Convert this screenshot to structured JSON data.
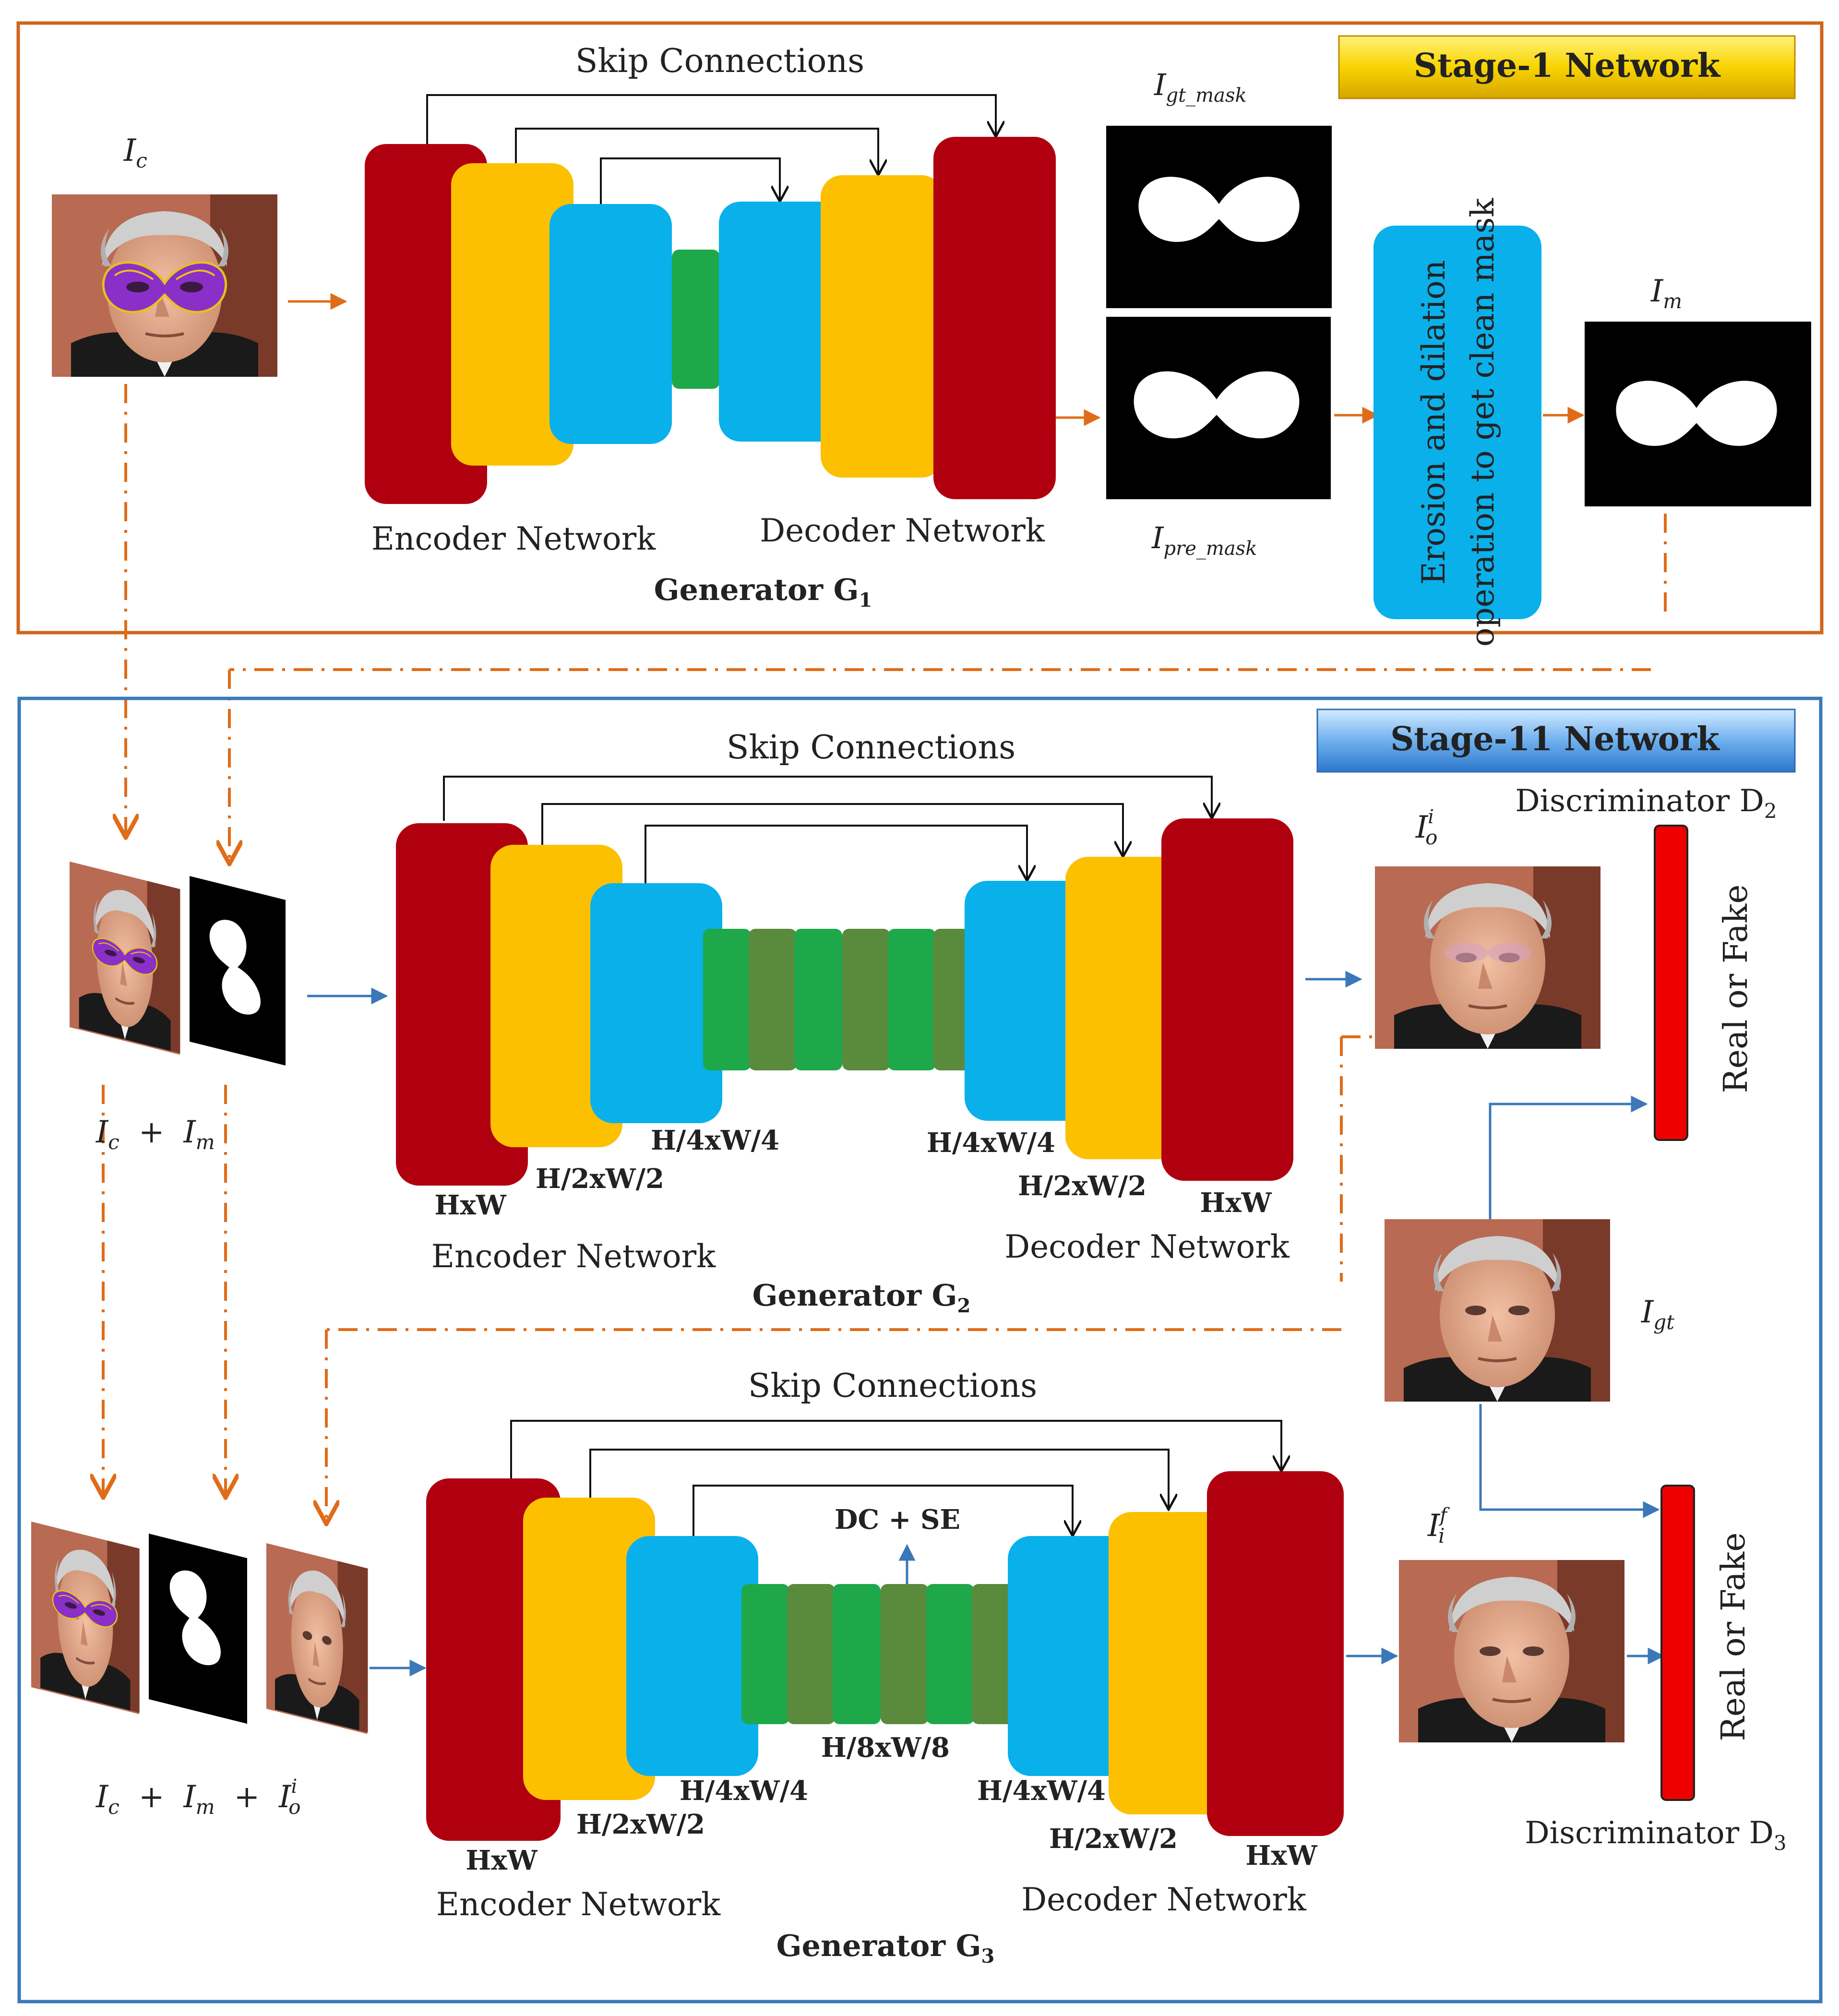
{
  "stage1": {
    "banner": "Stage-1 Network",
    "skip_label": "Skip Connections",
    "encoder_label": "Encoder Network",
    "decoder_label": "Decoder Network",
    "generator_label": "Generator G",
    "generator_sub": "1",
    "input_label": "I",
    "input_sub": "c",
    "gt_mask_label": "I",
    "gt_mask_sub": "gt_mask",
    "pre_mask_label": "I",
    "pre_mask_sub": "pre_mask",
    "erosion_text_1": "Erosion and dilation",
    "erosion_text_2": "operation to get clean mask",
    "out_mask_label": "I",
    "out_mask_sub": "m"
  },
  "stage2": {
    "banner": "Stage-11 Network",
    "skip_label": "Skip Connections",
    "encoder_label": "Encoder Network",
    "decoder_label": "Decoder Network",
    "generator_label": "Generator G",
    "generator_sub": "2",
    "dims": {
      "enc_hw": "HxW",
      "enc_h2": "H/2xW/2",
      "enc_h4": "H/4xW/4",
      "dec_h4": "H/4xW/4",
      "dec_h2": "H/2xW/2",
      "dec_hw": "HxW"
    },
    "input_formula": [
      "I",
      "c",
      "+",
      "I",
      "m"
    ],
    "output_label": "I",
    "output_sub": "o",
    "output_sup": "i",
    "discriminator_label": "Discriminator D",
    "discriminator_sub": "2",
    "real_fake": "Real or Fake",
    "gt_label": "I",
    "gt_sub": "gt"
  },
  "stage3": {
    "skip_label": "Skip Connections",
    "encoder_label": "Encoder Network",
    "decoder_label": "Decoder Network",
    "generator_label": "Generator G",
    "generator_sub": "3",
    "dc_se": "DC + SE",
    "dims": {
      "enc_hw": "HxW",
      "enc_h2": "H/2xW/2",
      "enc_h4": "H/4xW/4",
      "bottleneck": "H/8xW/8",
      "dec_h4": "H/4xW/4",
      "dec_h2": "H/2xW/2",
      "dec_hw": "HxW"
    },
    "input_formula": [
      "I",
      "c",
      "+",
      "I",
      "m",
      "+",
      "I",
      "o",
      "i"
    ],
    "output_label": "I",
    "output_sub": "i",
    "output_sup": "f",
    "discriminator_label": "Discriminator D",
    "discriminator_sub": "3",
    "real_fake": "Real or Fake"
  },
  "colors": {
    "dark_red": "#b00010",
    "yellow": "#fcc000",
    "cyan": "#0ab0ea",
    "green": "#1ea84a",
    "olive": "#5a8a3c",
    "orange": "#e06c1a",
    "blue_frame": "#3a78b8",
    "red_bar": "#ee0000",
    "banner_text": "#e00000"
  }
}
